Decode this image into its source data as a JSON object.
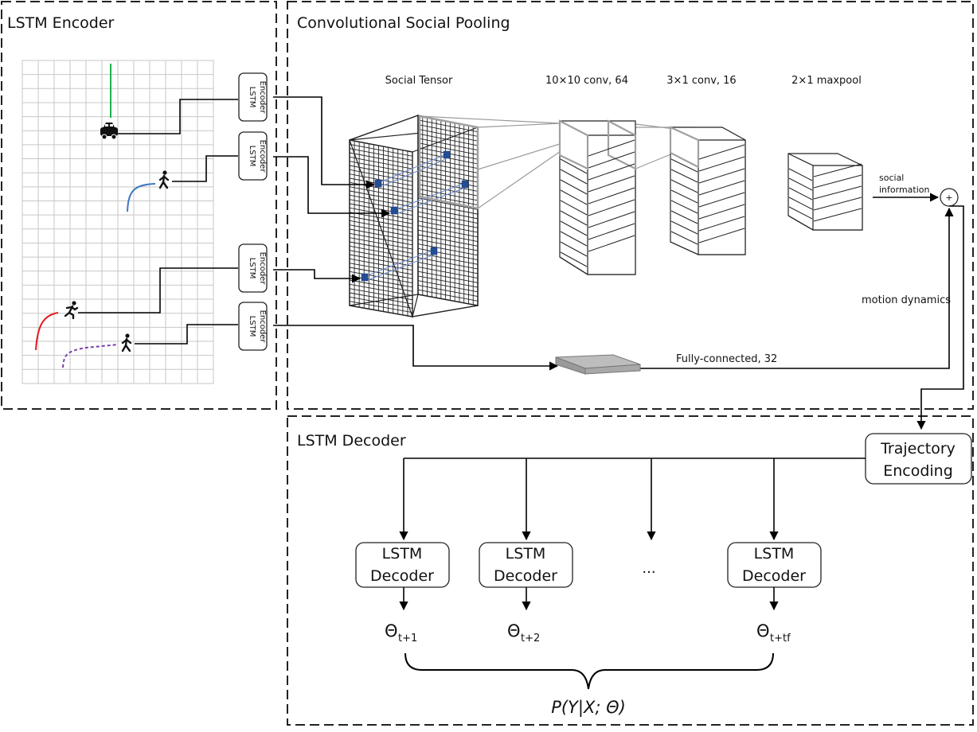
{
  "panels": {
    "encoder_title": "LSTM Encoder",
    "pooling_title": "Convolutional Social Pooling",
    "decoder_title": "LSTM Decoder"
  },
  "encoder": {
    "block_line1": "LSTM",
    "block_line2": "Encoder",
    "agents": [
      "car-icon",
      "pedestrian-icon",
      "runner-icon",
      "pedestrian-icon"
    ],
    "colors": {
      "green": "#1db34a",
      "blue": "#3f78c2",
      "red": "#e3181e",
      "purple": "#7a3fa8"
    }
  },
  "pooling": {
    "social_tensor": "Social Tensor",
    "conv1": "10×10 conv, 64",
    "conv2": "3×1 conv, 16",
    "maxpool": "2×1 maxpool",
    "social_info_line1": "social",
    "social_info_line2": "information",
    "motion_dynamics": "motion dynamics",
    "fully_connected": "Fully-connected, 32",
    "plus": "+",
    "colors": {
      "cell": "#234e97",
      "fc_block": "#a8a8a8"
    }
  },
  "decoder": {
    "trajectory_line1": "Trajectory",
    "trajectory_line2": "Encoding",
    "block_line1": "LSTM",
    "block_line2": "Decoder",
    "ellipsis": "...",
    "theta": "Θ",
    "subscripts": [
      "t+1",
      "t+2",
      "t+tf"
    ],
    "probability": "P(Y|X; Θ)"
  }
}
